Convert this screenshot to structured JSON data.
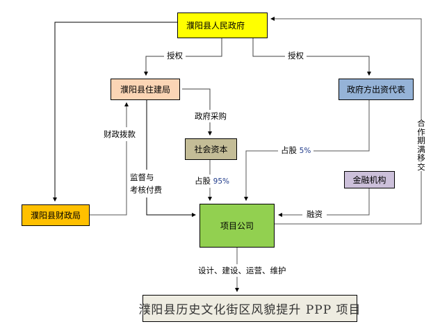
{
  "diagram": {
    "nodes": {
      "county_government": {
        "label": "濮阳县人民政府",
        "color": "#ffff00"
      },
      "housing_bureau": {
        "label": "濮阳县住建局",
        "color": "#fbd5b5"
      },
      "government_investor_rep": {
        "label": "政府方出资代表",
        "color": "#95b3d7"
      },
      "social_capital": {
        "label": "社会资本",
        "color": "#c4bd97"
      },
      "financial_institution": {
        "label": "金融机构",
        "color": "#ccc0da"
      },
      "finance_bureau": {
        "label": "濮阳县财政局",
        "color": "#ffc000"
      },
      "project_company": {
        "label": "项目公司",
        "color": "#92d050"
      },
      "project": {
        "label": "濮阳县历史文化街区风貌提升 PPP 项目",
        "color": "#eeece1"
      }
    },
    "edges": {
      "authorize_left": {
        "label": "授权"
      },
      "authorize_right": {
        "label": "授权"
      },
      "gov_procurement": {
        "label": "政府采购"
      },
      "fiscal_allocation": {
        "label": "财政拨款"
      },
      "supervise_pay": {
        "label_line1": "监督与",
        "label_line2": "考核付费"
      },
      "stake_95": {
        "label": "占股",
        "value": "95%"
      },
      "stake_5": {
        "label": "占股",
        "value": "5%"
      },
      "financing": {
        "label": "融资"
      },
      "transfer": {
        "label": "合作期满移交"
      },
      "operations": {
        "label": "设计、建设、运营、维护"
      }
    }
  }
}
